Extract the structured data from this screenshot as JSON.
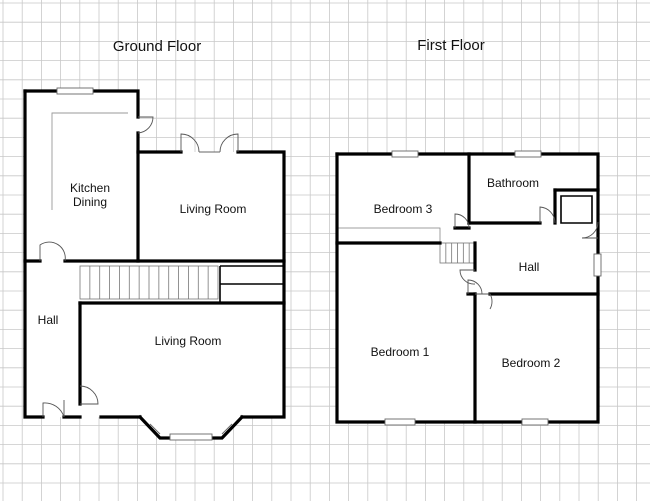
{
  "floors": {
    "ground": {
      "title": "Ground Floor",
      "rooms": {
        "kitchen_line1": "Kitchen",
        "kitchen_line2": "Dining",
        "living_room_upper": "Living Room",
        "living_room_lower": "Living Room",
        "hall": "Hall"
      }
    },
    "first": {
      "title": "First Floor",
      "rooms": {
        "bedroom3": "Bedroom 3",
        "bathroom": "Bathroom",
        "hall": "Hall",
        "bedroom1": "Bedroom 1",
        "bedroom2": "Bedroom 2"
      }
    }
  },
  "colors": {
    "grid": "#c8c8c8",
    "wall": "#000000",
    "background": "#ffffff"
  }
}
